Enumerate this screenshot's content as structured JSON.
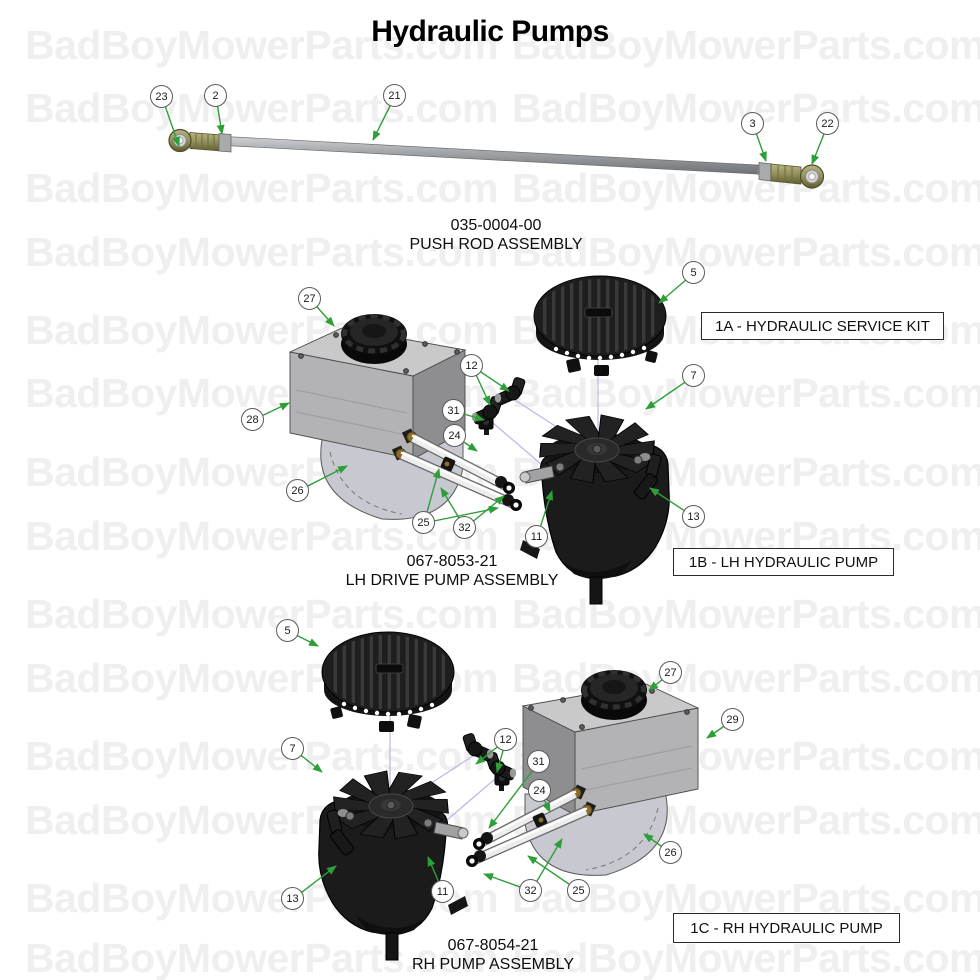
{
  "title": "Hydraulic Pumps",
  "watermark": {
    "text": "BadBoyMowerParts.com",
    "color": "#efefef"
  },
  "colors": {
    "arrow_green": "#2e9f38",
    "callout_border": "#5a5a5a",
    "label_border": "#2b2b2b"
  },
  "sections": {
    "push_rod": {
      "part_number": "035-0004-00",
      "part_name": "PUSH ROD ASSEMBLY"
    },
    "lh_pump": {
      "part_number": "067-8053-21",
      "part_name": "LH DRIVE PUMP ASSEMBLY",
      "service_kit_label": "1A - HYDRAULIC SERVICE KIT",
      "pump_label": "1B - LH HYDRAULIC PUMP"
    },
    "rh_pump": {
      "part_number": "067-8054-21",
      "part_name": "RH PUMP ASSEMBLY",
      "pump_label": "1C - RH HYDRAULIC PUMP"
    }
  },
  "callouts": {
    "push_rod": [
      "23",
      "2",
      "21",
      "3",
      "22"
    ],
    "lh": [
      "27",
      "5",
      "28",
      "12",
      "31",
      "24",
      "7",
      "26",
      "25",
      "32",
      "11",
      "13"
    ],
    "rh": [
      "5",
      "27",
      "29",
      "7",
      "12",
      "31",
      "24",
      "26",
      "13",
      "11",
      "32",
      "25"
    ]
  }
}
